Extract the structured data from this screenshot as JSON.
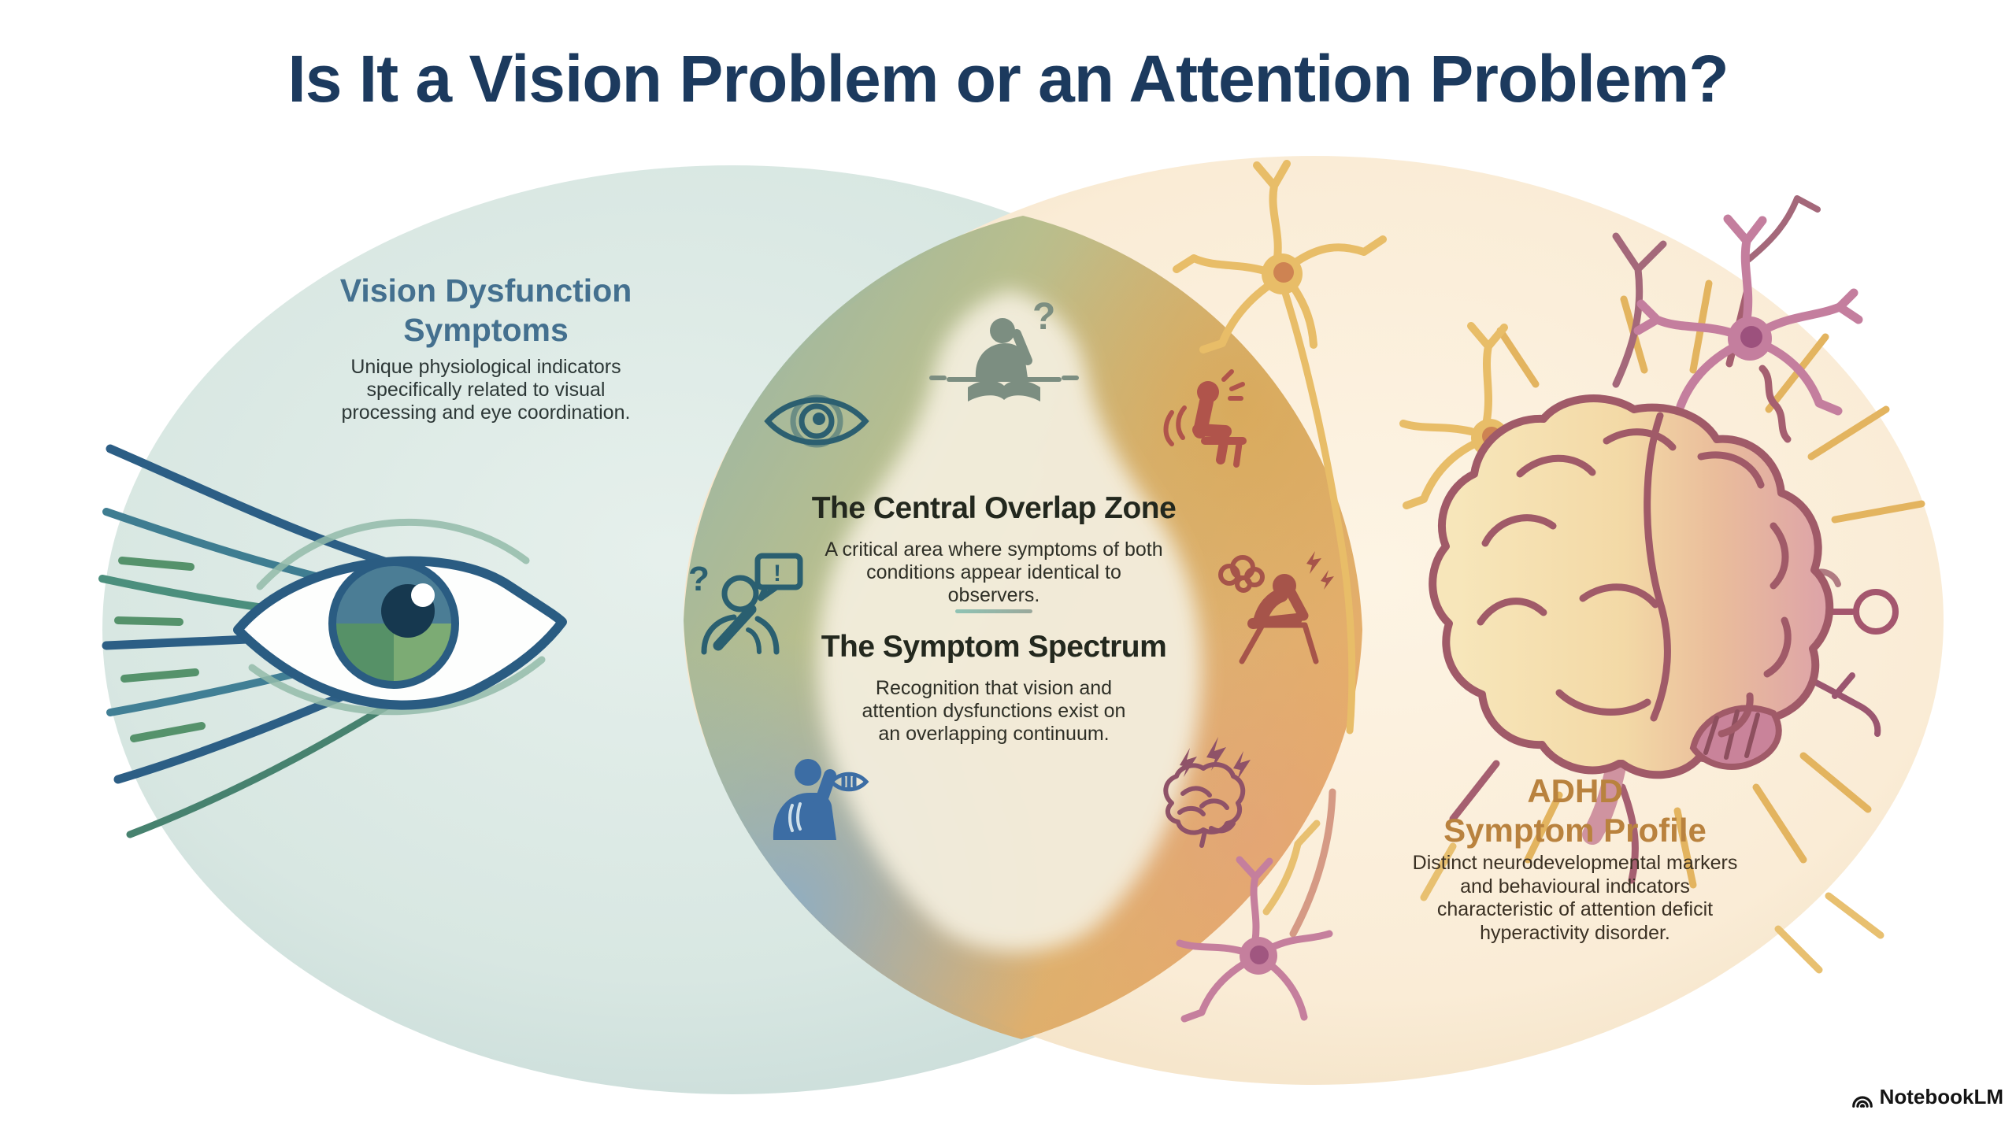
{
  "title": "Is It a Vision Problem or an Attention Problem?",
  "icons": {
    "question_mark": "?",
    "exclamation": "!"
  },
  "left_circle": {
    "heading_line1": "Vision Dysfunction",
    "heading_line2": "Symptoms",
    "body": "Unique physiological indicators specifically related to visual processing and eye coordination."
  },
  "overlap": {
    "zone_heading": "The Central Overlap Zone",
    "zone_body": "A critical area where symptoms of both conditions appear identical to observers.",
    "spectrum_heading": "The Symptom Spectrum",
    "spectrum_body": "Recognition that vision and attention dysfunctions exist on an overlapping continuum."
  },
  "right_circle": {
    "heading_line1": "ADHD",
    "heading_line2": "Symptom Profile",
    "body": "Distinct neurodevelopmental markers and behavioural indicators characteristic of attention deficit hyperactivity disorder."
  },
  "watermark": {
    "label": "NotebookLM"
  },
  "palette": {
    "title_navy": "#1c3a5e",
    "left_heading_blue": "#44708f",
    "adhd_gold": "#b9823e",
    "left_circle_fill": "#d8e7e2",
    "right_circle_fill": "#faecd6",
    "overlap_green": "#97b4a0",
    "overlap_gold": "#e4a75f",
    "icon_teal": "#2c5f70",
    "icon_navy": "#3c6da4",
    "icon_maroon": "#b0544b",
    "icon_plum": "#8f5268",
    "body_text": "#2e3430"
  }
}
